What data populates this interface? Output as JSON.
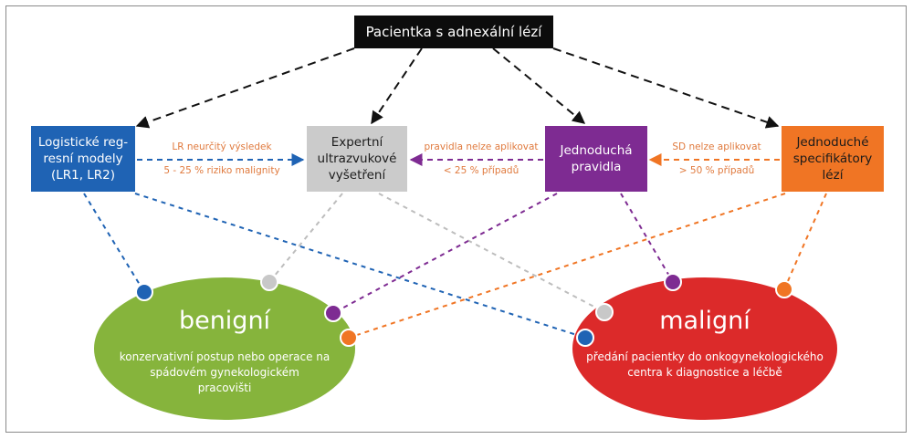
{
  "nodes": {
    "top": "Pacientka s adnexální lézí",
    "lr": "Logistické reg-\nresní modely\n(LR1, LR2)",
    "expert": "Expertní\nultrazvukové\nvyšetření",
    "simple": "Jednoduchá\npravidla",
    "spec": "Jednoduché\nspecifikátory\nlézí"
  },
  "arrow_labels": {
    "lr_top": "LR neurčitý výsledek",
    "lr_bottom": "5 - 25 % riziko malignity",
    "simple_top": "pravidla nelze aplikovat",
    "simple_bottom": "< 25 % případů",
    "spec_top": "SD nelze aplikovat",
    "spec_bottom": "> 50 % případů"
  },
  "outcomes": {
    "benign": {
      "title": "benigní",
      "text": "konzervativní postup nebo operace na\nspádovém gynekologickém\npracovišti"
    },
    "malign": {
      "title": "maligní",
      "text": "předání pacientky do onkogynekologického\ncentra k diagnostice a léčbě"
    }
  },
  "colors": {
    "top": "#0c0c0c",
    "lr": "#1f63b4",
    "expert": "#cbcbcb",
    "simple": "#7e2b92",
    "spec": "#f07524",
    "benign": "#86b43c",
    "malign": "#dc2a2a",
    "label": "#e07a3e"
  }
}
